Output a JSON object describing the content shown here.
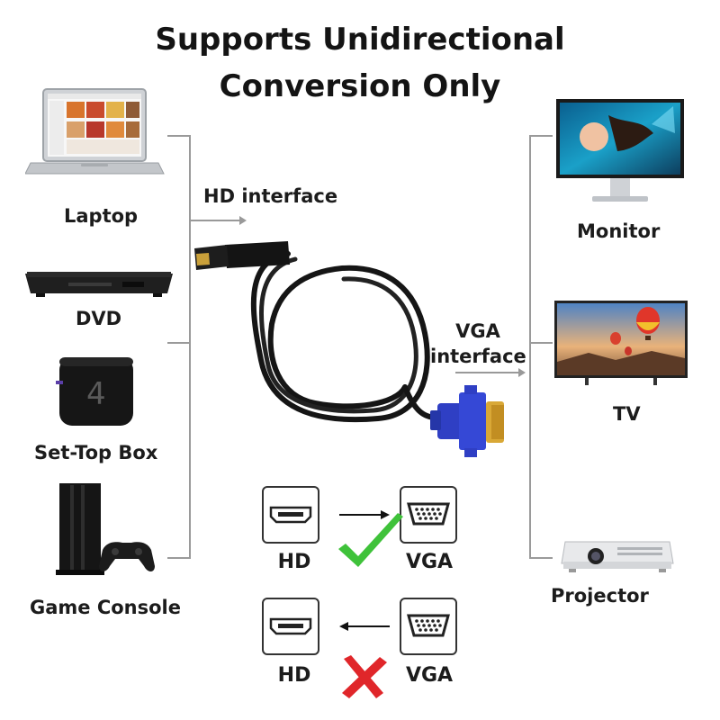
{
  "title": {
    "line1": "Supports Unidirectional",
    "line2": "Conversion Only"
  },
  "sources": {
    "laptop": "Laptop",
    "dvd": "DVD",
    "settop": "Set-Top Box",
    "console": "Game Console"
  },
  "outputs": {
    "monitor": "Monitor",
    "tv": "TV",
    "projector": "Projector"
  },
  "cable": {
    "hd_interface": "HD interface",
    "vga_line1": "VGA",
    "vga_line2": "interface"
  },
  "comparison": {
    "ok_left": "HD",
    "ok_right": "VGA",
    "no_left": "HD",
    "no_right": "VGA"
  },
  "colors": {
    "vga_blue": "#2f3fc4",
    "check_green": "#3fc23a",
    "cross_red": "#e0262a"
  }
}
